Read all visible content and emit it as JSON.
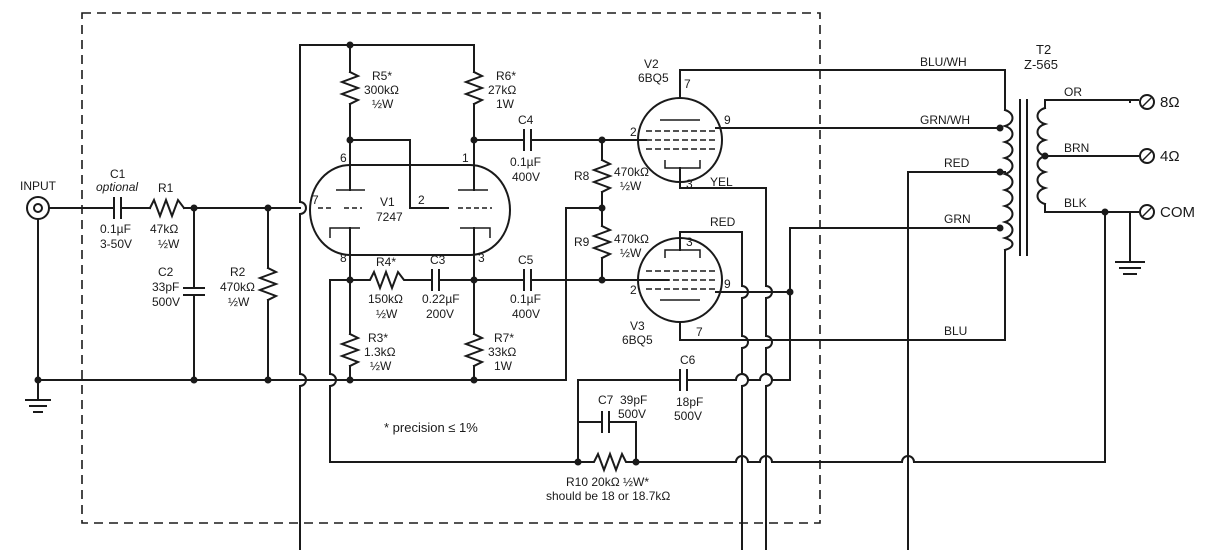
{
  "components": {
    "input": {
      "label": "INPUT"
    },
    "c1": {
      "name": "C1",
      "note": "optional",
      "value": "0.1µF",
      "rating": "3-50V"
    },
    "r1": {
      "name": "R1",
      "value": "47kΩ",
      "rating": "½W"
    },
    "c2": {
      "name": "C2",
      "value": "33pF",
      "rating": "500V"
    },
    "r2": {
      "name": "R2",
      "value": "470kΩ",
      "rating": "½W"
    },
    "r5": {
      "name": "R5*",
      "value": "300kΩ",
      "rating": "½W"
    },
    "r6": {
      "name": "R6*",
      "value": "27kΩ",
      "rating": "1W"
    },
    "v1": {
      "name": "V1",
      "type": "7247"
    },
    "r4": {
      "name": "R4*",
      "value": "150kΩ",
      "rating": "½W"
    },
    "c3": {
      "name": "C3",
      "value": "0.22µF",
      "rating": "200V"
    },
    "c4": {
      "name": "C4",
      "value": "0.1µF",
      "rating": "400V"
    },
    "c5": {
      "name": "C5",
      "value": "0.1µF",
      "rating": "400V"
    },
    "r3": {
      "name": "R3*",
      "value": "1.3kΩ",
      "rating": "½W"
    },
    "r7": {
      "name": "R7*",
      "value": "33kΩ",
      "rating": "1W"
    },
    "r8": {
      "name": "R8",
      "value": "470kΩ",
      "rating": "½W"
    },
    "r9": {
      "name": "R9",
      "value": "470kΩ",
      "rating": "½W"
    },
    "v2": {
      "name": "V2",
      "type": "6BQ5"
    },
    "v3": {
      "name": "V3",
      "type": "6BQ5"
    },
    "c6": {
      "name": "C6",
      "value": "18pF",
      "rating": "500V"
    },
    "c7": {
      "name": "C7",
      "value": "39pF",
      "rating": "500V"
    },
    "r10": {
      "label": "R10 20kΩ ½W*",
      "note": "should be 18 or 18.7kΩ"
    },
    "t2": {
      "name": "T2",
      "model": "Z-565"
    }
  },
  "pins": {
    "v1_6": "6",
    "v1_1": "1",
    "v1_7": "7",
    "v1_2": "2",
    "v1_8": "8",
    "v1_3": "3",
    "v2_7": "7",
    "v2_2": "2",
    "v2_9": "9",
    "v2_3": "3",
    "v3_3": "3",
    "v3_2": "2",
    "v3_9": "9",
    "v3_7": "7"
  },
  "wires": {
    "blu_wh": "BLU/WH",
    "grn_wh": "GRN/WH",
    "red": "RED",
    "grn": "GRN",
    "blu": "BLU",
    "yel": "YEL",
    "red_v3": "RED",
    "or": "OR",
    "brn": "BRN",
    "blk": "BLK"
  },
  "outputs": {
    "o8": "8Ω",
    "o4": "4Ω",
    "com": "COM"
  },
  "footnote": "* precision ≤ 1%"
}
